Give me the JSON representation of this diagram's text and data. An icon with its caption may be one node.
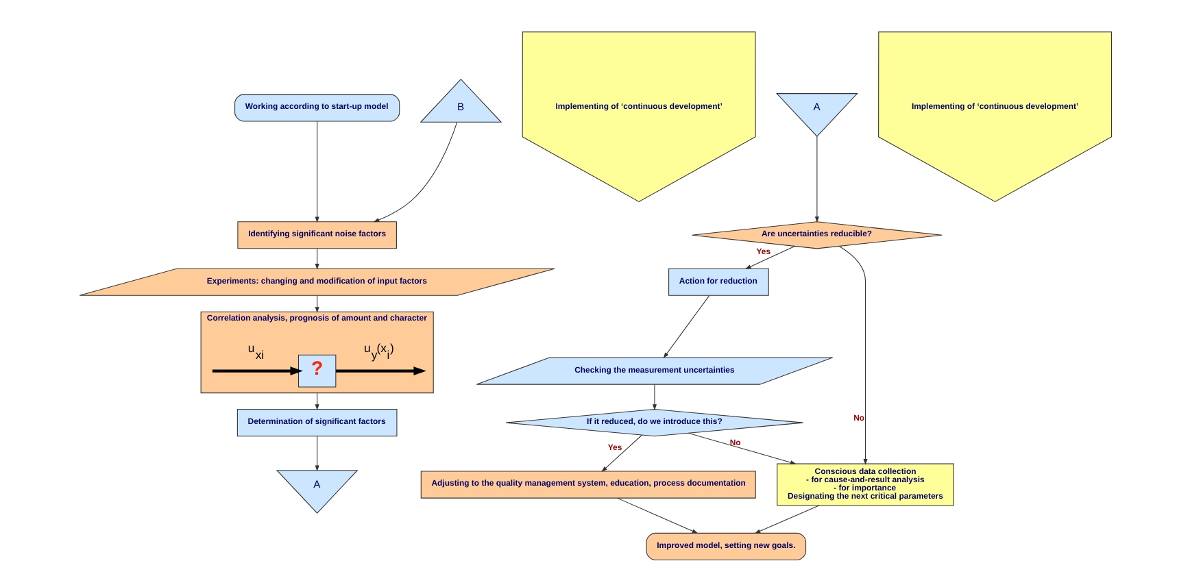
{
  "diagram": {
    "nodes": [
      {
        "text": [
          "Working according to start-up model"
        ]
      },
      {
        "text": [
          "Identifying significant noise factors"
        ]
      },
      {
        "text": [
          "Experiments: changing and modification of input factors"
        ]
      },
      {
        "text": [
          "Correlation analysis, prognosis of amount and character"
        ]
      },
      {
        "text": [
          "?"
        ],
        "in": 3
      },
      {
        "text": [
          "Determination of significant factors"
        ]
      },
      {
        "text": [
          "A"
        ]
      },
      {
        "text": [
          "B"
        ]
      },
      {
        "text": [
          "Implementing of ‘continuous development’"
        ]
      },
      {
        "text": [
          "A"
        ]
      },
      {
        "text": [
          "Are uncertainties reducible?"
        ]
      },
      {
        "text": [
          "Action for reduction"
        ]
      },
      {
        "text": [
          "Checking the measurement uncertainties"
        ]
      },
      {
        "text": [
          "If it reduced, do we introduce this?"
        ]
      },
      {
        "text": [
          "Adjusting to the quality management system, education, process documentation"
        ]
      },
      {
        "text": [
          "Improved model, setting new goals."
        ]
      },
      {
        "text": [
          "Implementing of ‘continuous development’"
        ]
      },
      {
        "text": [
          "Conscious data collection",
          "- for cause-and-result analysis",
          "- for importance",
          "Designating the next critical parameters"
        ]
      }
    ],
    "edges": [
      {
        "from": 0,
        "to": 1,
        "arrow": "to"
      },
      {
        "from": 1,
        "to": 2,
        "arrow": "to"
      },
      {
        "from": 2,
        "to": 3,
        "arrow": "to"
      },
      {
        "from": null,
        "to": 4,
        "arrow": "to",
        "label": "u$_{xi}$",
        "style": "thick"
      },
      {
        "from": 4,
        "to": null,
        "arrow": "to",
        "label": "u$_{y}$(x$_{i}$)",
        "style": "thick"
      },
      {
        "from": 3,
        "to": 5,
        "arrow": "to"
      },
      {
        "from": 5,
        "to": 6,
        "arrow": "to"
      },
      {
        "from": 7,
        "to": 1,
        "arrow": "to"
      },
      {
        "from": 9,
        "to": 10,
        "arrow": "to"
      },
      {
        "from": 10,
        "to": 11,
        "arrow": "to",
        "label": "Yes"
      },
      {
        "from": 10,
        "to": 17,
        "arrow": "to",
        "label": "No"
      },
      {
        "from": 11,
        "to": 12,
        "arrow": "to"
      },
      {
        "from": 12,
        "to": 13,
        "arrow": "to"
      },
      {
        "from": 13,
        "to": 14,
        "arrow": "to",
        "label": "Yes"
      },
      {
        "from": 13,
        "to": 17,
        "arrow": "to",
        "label": "No"
      },
      {
        "from": 14,
        "to": 15,
        "arrow": "to"
      },
      {
        "from": 17,
        "to": 15,
        "arrow": "to"
      }
    ]
  }
}
